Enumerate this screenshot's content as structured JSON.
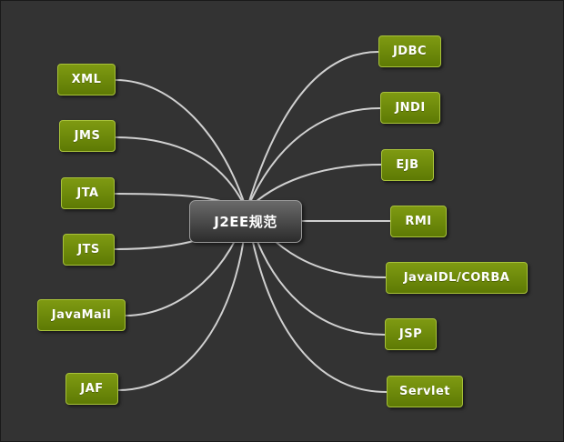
{
  "diagram": {
    "central": "J2EE规范",
    "left_branches": [
      "XML",
      "JMS",
      "JTA",
      "JTS",
      "JavaMail",
      "JAF"
    ],
    "right_branches": [
      "JDBC",
      "JNDI",
      "EJB",
      "RMI",
      "JavaIDL/CORBA",
      "JSP",
      "Servlet"
    ]
  },
  "colors": {
    "background": "#333333",
    "branch_fill": "#6b8a0b",
    "branch_border": "#a8c23a",
    "central_fill": "#4a4a4a",
    "connector": "#d0d0d0"
  }
}
